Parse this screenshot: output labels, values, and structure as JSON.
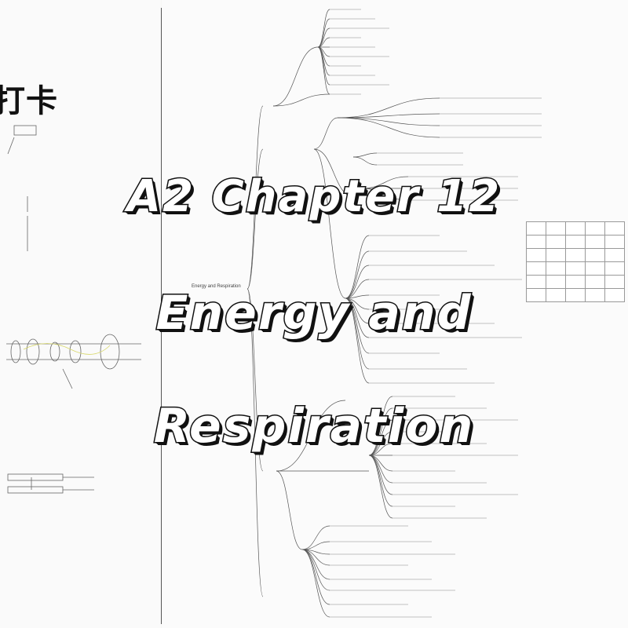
{
  "image": {
    "corner_text": "打卡",
    "title_lines": [
      "A2 Chapter 12",
      "Energy and",
      "Respiration"
    ]
  },
  "mindmap": {
    "root_label": "Energy and Respiration"
  },
  "colors": {
    "title_fill": "#ffffff",
    "title_outline": "#111111",
    "line": "#555555",
    "background": "#f8f8f6"
  }
}
